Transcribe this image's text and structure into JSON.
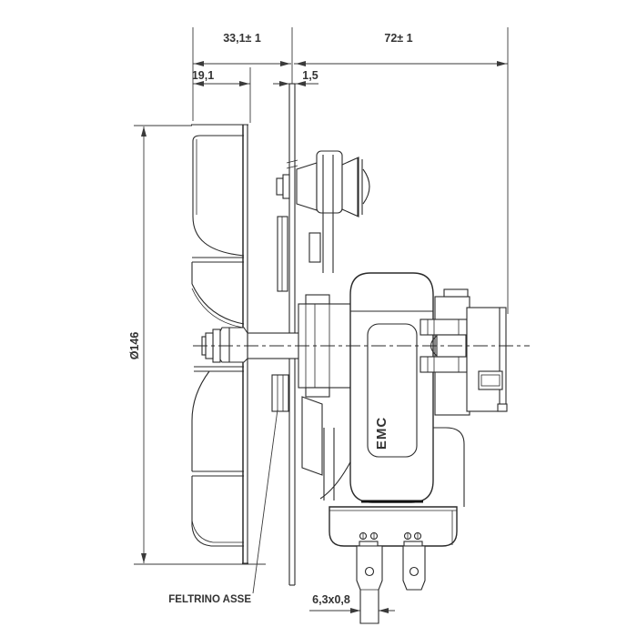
{
  "drawing": {
    "dimensions": {
      "fan_to_plate_width": "33,1± 1",
      "motor_depth": "72± 1",
      "fan_blade_depth": "19,1",
      "plate_thickness": "1,5",
      "fan_diameter": "Ø146",
      "terminal_blade_size": "6,3x0,8"
    },
    "labels": {
      "felt_callout": "FELTRINO ASSE",
      "motor_marking": "EMC"
    },
    "colors": {
      "line": "#2a2a2a",
      "dimension": "#3a3a3a",
      "text": "#333333",
      "background": "#ffffff"
    }
  }
}
